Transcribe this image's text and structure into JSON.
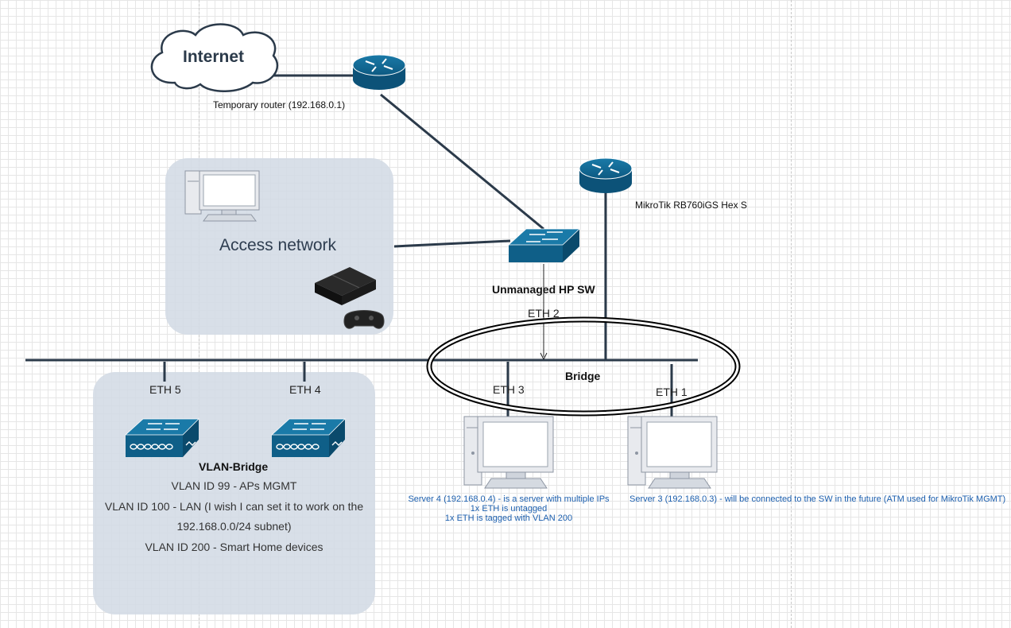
{
  "cloud": {
    "label": "Internet"
  },
  "temp_router": {
    "label": "Temporary router (192.168.0.1)"
  },
  "mikrotik": {
    "label": "MikroTik RB760iGS Hex S"
  },
  "access_network": {
    "title": "Access network"
  },
  "switch": {
    "label": "Unmanaged HP SW"
  },
  "bridge": {
    "label": "Bridge"
  },
  "ports": {
    "eth1": "ETH 1",
    "eth2": "ETH 2",
    "eth3": "ETH 3",
    "eth4": "ETH 4",
    "eth5": "ETH 5"
  },
  "vlan_bridge": {
    "title": "VLAN-Bridge",
    "lines": [
      "VLAN ID 99 - APs MGMT",
      "VLAN ID 100 - LAN  (I wish I can set it to work on the",
      "192.168.0.0/24 subnet)",
      "VLAN ID 200 - Smart Home devices"
    ]
  },
  "server4": {
    "lines": [
      "Server 4 (192.168.0.4) - is a server with multiple IPs",
      "1x ETH is untagged",
      "1x ETH is tagged with VLAN 200"
    ]
  },
  "server3": {
    "label": "Server 3 (192.168.0.3) - will be connected to the SW in the future (ATM used for MikroTik MGMT)"
  },
  "colors": {
    "device_blue": "#10628c",
    "group_fill": "#d3dbe5",
    "note_blue": "#1c5fae"
  }
}
